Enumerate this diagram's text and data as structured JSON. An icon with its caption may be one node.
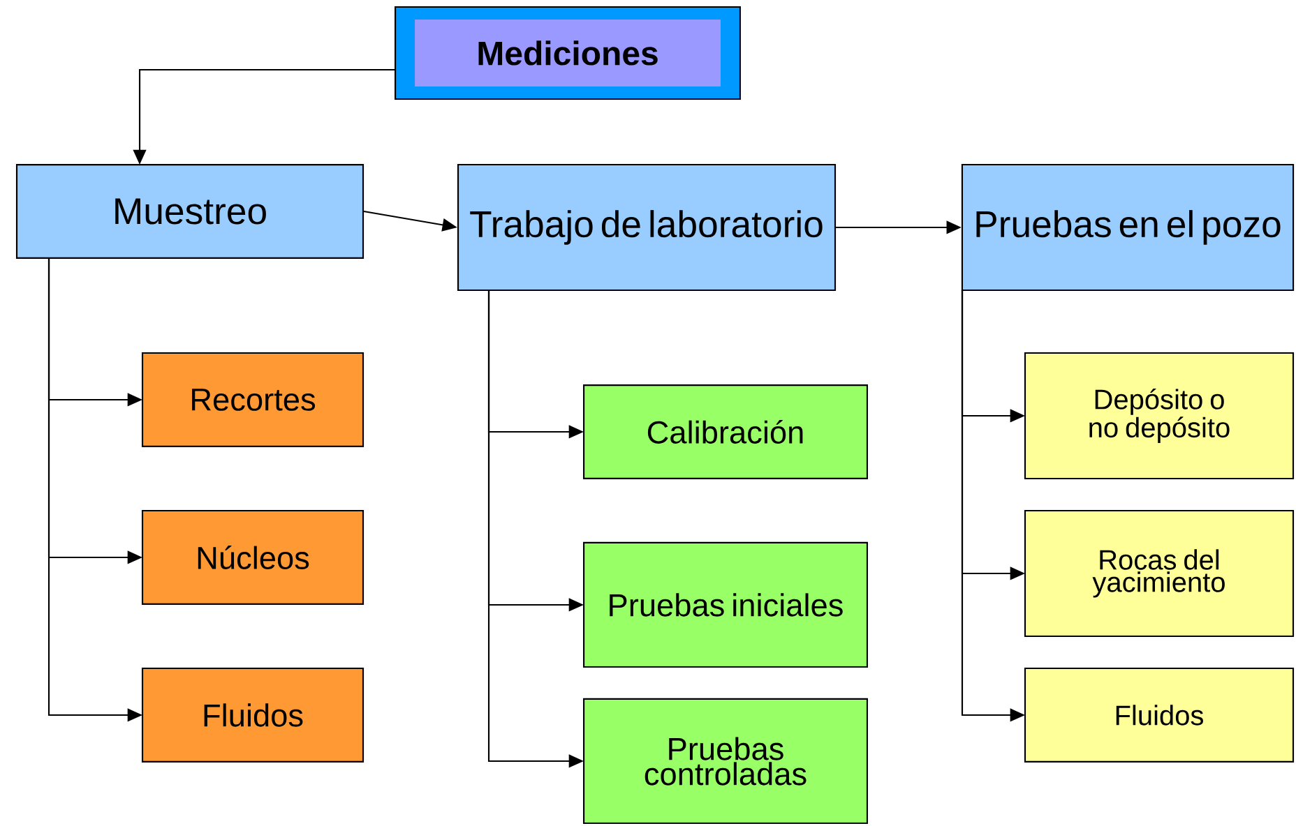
{
  "diagram": {
    "nodes": [
      {
        "text": [
          "Mediciones"
        ]
      },
      {
        "text": [
          "Muestreo"
        ]
      },
      {
        "text": [
          "Trabajo de laboratorio"
        ]
      },
      {
        "text": [
          "Pruebas en el pozo"
        ]
      },
      {
        "text": [
          "Recortes"
        ]
      },
      {
        "text": [
          "Núcleos"
        ]
      },
      {
        "text": [
          "Fluidos"
        ]
      },
      {
        "text": [
          "Calibración"
        ]
      },
      {
        "text": [
          "Pruebas iniciales"
        ]
      },
      {
        "text": [
          "Pruebas controladas"
        ]
      },
      {
        "text": [
          "Depósito o no depósito"
        ]
      },
      {
        "text": [
          "Rocas del yacimiento"
        ]
      },
      {
        "text": [
          "Fluidos"
        ]
      }
    ],
    "edges": [
      {
        "from": 0,
        "to": 1,
        "arrow": "to"
      },
      {
        "from": 1,
        "to": 2,
        "arrow": "to"
      },
      {
        "from": 2,
        "to": 3,
        "arrow": "to"
      },
      {
        "from": 1,
        "to": 4,
        "arrow": "to"
      },
      {
        "from": 1,
        "to": 5,
        "arrow": "to"
      },
      {
        "from": 1,
        "to": 6,
        "arrow": "to"
      },
      {
        "from": 2,
        "to": 7,
        "arrow": "to"
      },
      {
        "from": 2,
        "to": 8,
        "arrow": "to"
      },
      {
        "from": 2,
        "to": 9,
        "arrow": "to"
      },
      {
        "from": 3,
        "to": 10,
        "arrow": "to"
      },
      {
        "from": 3,
        "to": 11,
        "arrow": "to"
      },
      {
        "from": 3,
        "to": 12,
        "arrow": "to"
      }
    ]
  }
}
